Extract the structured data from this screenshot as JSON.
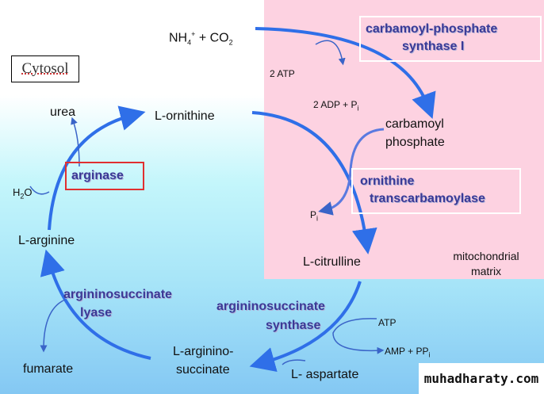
{
  "regions": {
    "cytosol": "Cytosol",
    "matrix_line1": "mitochondrial",
    "matrix_line2": "matrix"
  },
  "substrates": {
    "nh4": "NH",
    "nh4_sub": "4",
    "nh4_sup": "+",
    "plus_co2": " + CO",
    "co2_sub": "2",
    "atp2": "2 ATP",
    "adp2": "2 ADP + P",
    "adp2_sub": "i",
    "carbamoyl1": "carbamoyl",
    "carbamoyl2": "phosphate",
    "pi": "P",
    "pi_sub": "i",
    "ornithine": "L-ornithine",
    "citrulline": "L-citrulline",
    "arginino1": "L-arginino-",
    "arginino2": "succinate",
    "aspartate": "L- aspartate",
    "atp": "ATP",
    "amp": "AMP + PP",
    "amp_sub": "i",
    "fumarate": "fumarate",
    "arginine": "L-arginine",
    "urea": "urea",
    "h2o_h": "H",
    "h2o_sub": "2",
    "h2o_o": "O"
  },
  "enzymes": {
    "cps1": "carbamoyl-phosphate",
    "cps2": "synthase I",
    "otc1": "ornithine",
    "otc2": "transcarbamoylase",
    "ass1": "argininosuccinate",
    "ass2": "synthase",
    "asl1": "argininosuccinate",
    "asl2": "lyase",
    "arginase": "arginase"
  },
  "watermark": "muhadharaty.com",
  "colors": {
    "arrow": "#2f6fe8",
    "matrix": "#fdd2e1",
    "enzyme": "#3a3a96",
    "highlight": "#e03030"
  }
}
